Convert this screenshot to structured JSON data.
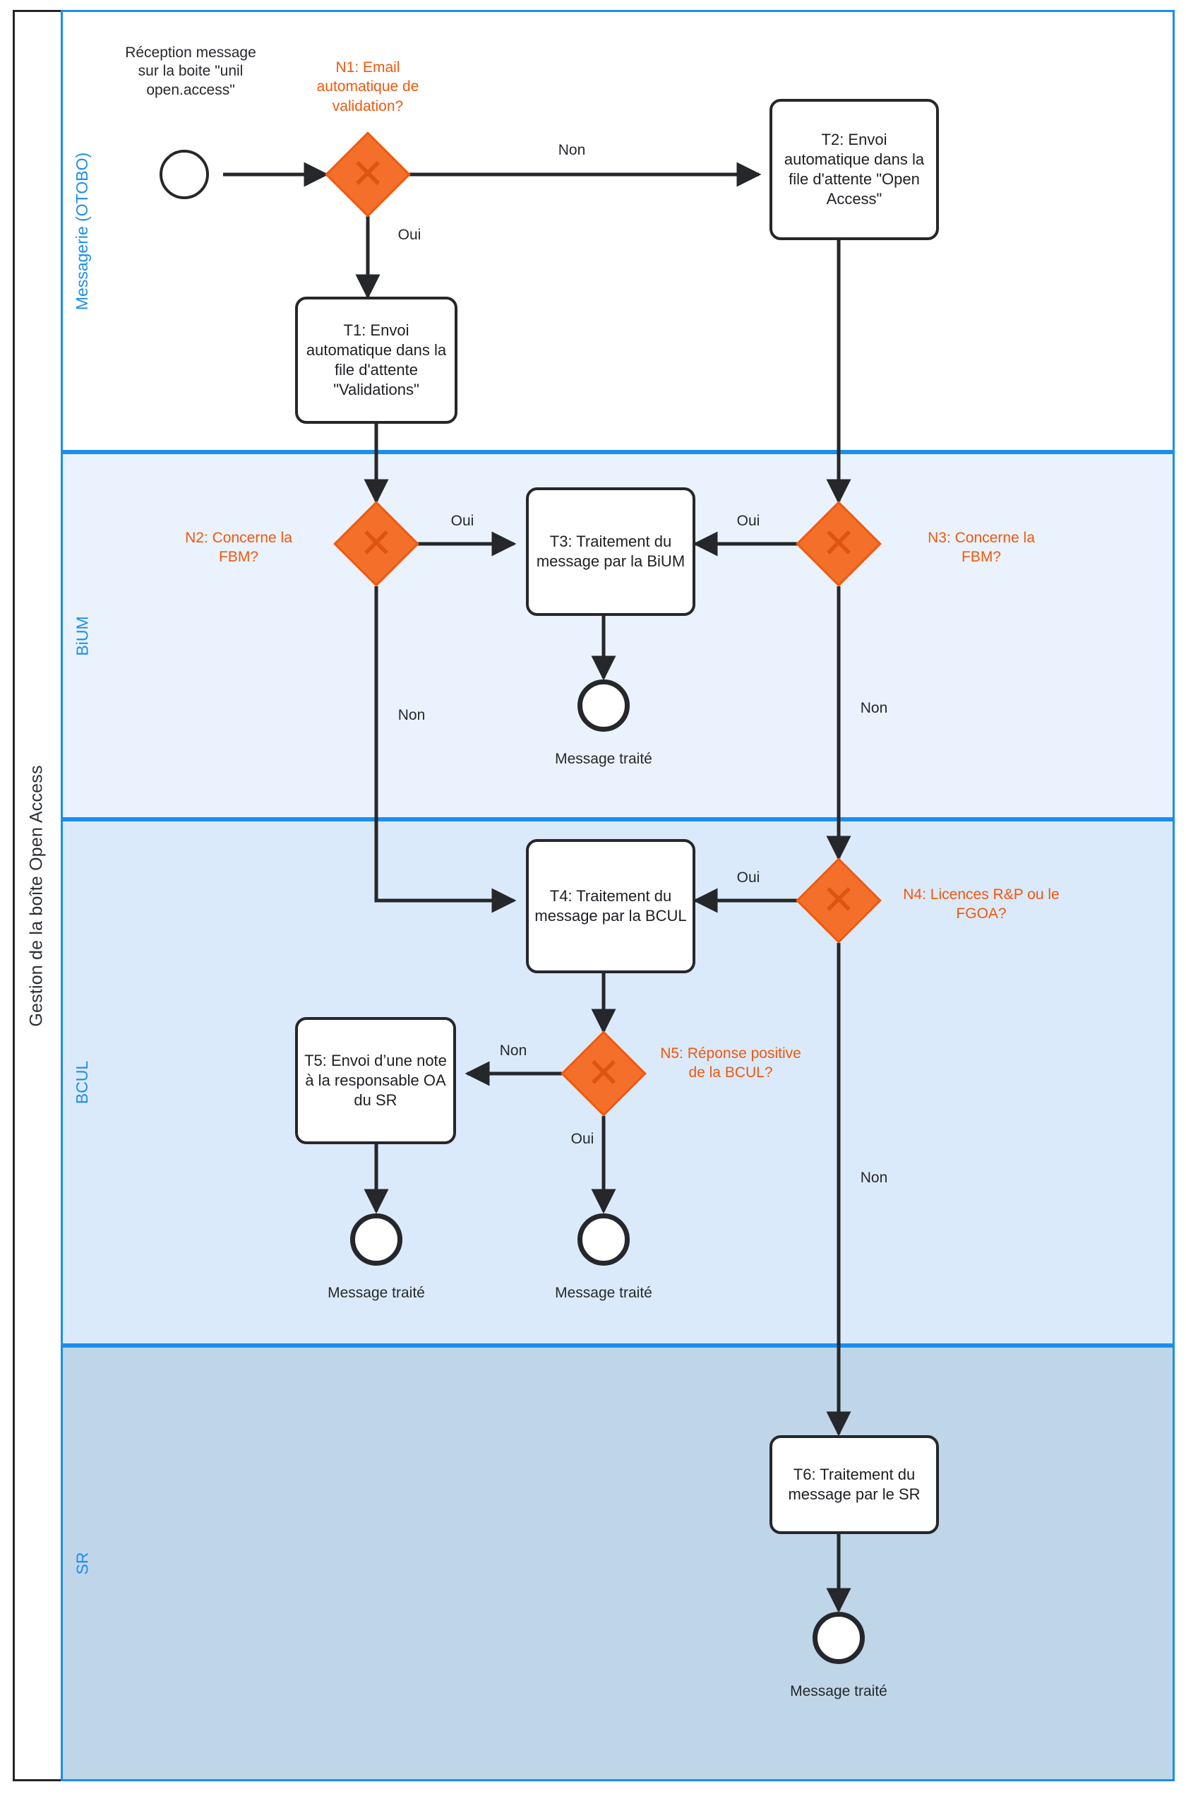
{
  "pool": {
    "title": "Gestion de la boîte Open Access"
  },
  "lanes": [
    {
      "id": "messagerie",
      "label": "Messagerie (OTOBO)"
    },
    {
      "id": "bium",
      "label": "BiUM"
    },
    {
      "id": "bcul",
      "label": "BCUL"
    },
    {
      "id": "sr",
      "label": "SR"
    }
  ],
  "colors": {
    "gateway_fill": "#f4702a",
    "gateway_stroke": "#f0590f",
    "gateway_label": "#f4560a",
    "lane_border": "#1b8df0",
    "lane_label": "#1b8df0",
    "node_stroke": "#25272b",
    "lane_messagerie_bg": "#ffffff",
    "lane_bium_bg": "#eaf3fd",
    "lane_bcul_bg": "#dbeafb",
    "lane_sr_bg": "#bfd6e9"
  },
  "events": {
    "start": {
      "label": "Réception message sur la boite \"unil open.access\""
    },
    "end_t3": {
      "label": "Message traité"
    },
    "end_t5": {
      "label": "Message traité"
    },
    "end_n5_oui": {
      "label": "Message traité"
    },
    "end_t6": {
      "label": "Message traité"
    }
  },
  "gateways": {
    "n1": {
      "label": "N1: Email automatique de validation?",
      "symbol": "✕"
    },
    "n2": {
      "label": "N2: Concerne la FBM?",
      "symbol": "✕"
    },
    "n3": {
      "label": "N3: Concerne la FBM?",
      "symbol": "✕"
    },
    "n4": {
      "label": "N4: Licences R&P ou le FGOA?",
      "symbol": "✕"
    },
    "n5": {
      "label": "N5: Réponse positive de la BCUL?",
      "symbol": "✕"
    }
  },
  "tasks": {
    "t1": {
      "label": "T1: Envoi automatique dans la file d'attente \"Validations\""
    },
    "t2": {
      "label": "T2: Envoi automatique dans la file d'attente \"Open Access\""
    },
    "t3": {
      "label": "T3: Traitement du message par la BiUM"
    },
    "t4": {
      "label": "T4: Traitement du message par la BCUL"
    },
    "t5": {
      "label": "T5: Envoi d’une note à la responsable OA du SR"
    },
    "t6": {
      "label": "T6: Traitement du message par le SR"
    }
  },
  "flow_labels": {
    "n1_oui": "Oui",
    "n1_non": "Non",
    "n2_oui": "Oui",
    "n2_non": "Non",
    "n3_oui": "Oui",
    "n3_non": "Non",
    "n4_oui": "Oui",
    "n4_non": "Non",
    "n5_oui": "Oui",
    "n5_non": "Non"
  }
}
